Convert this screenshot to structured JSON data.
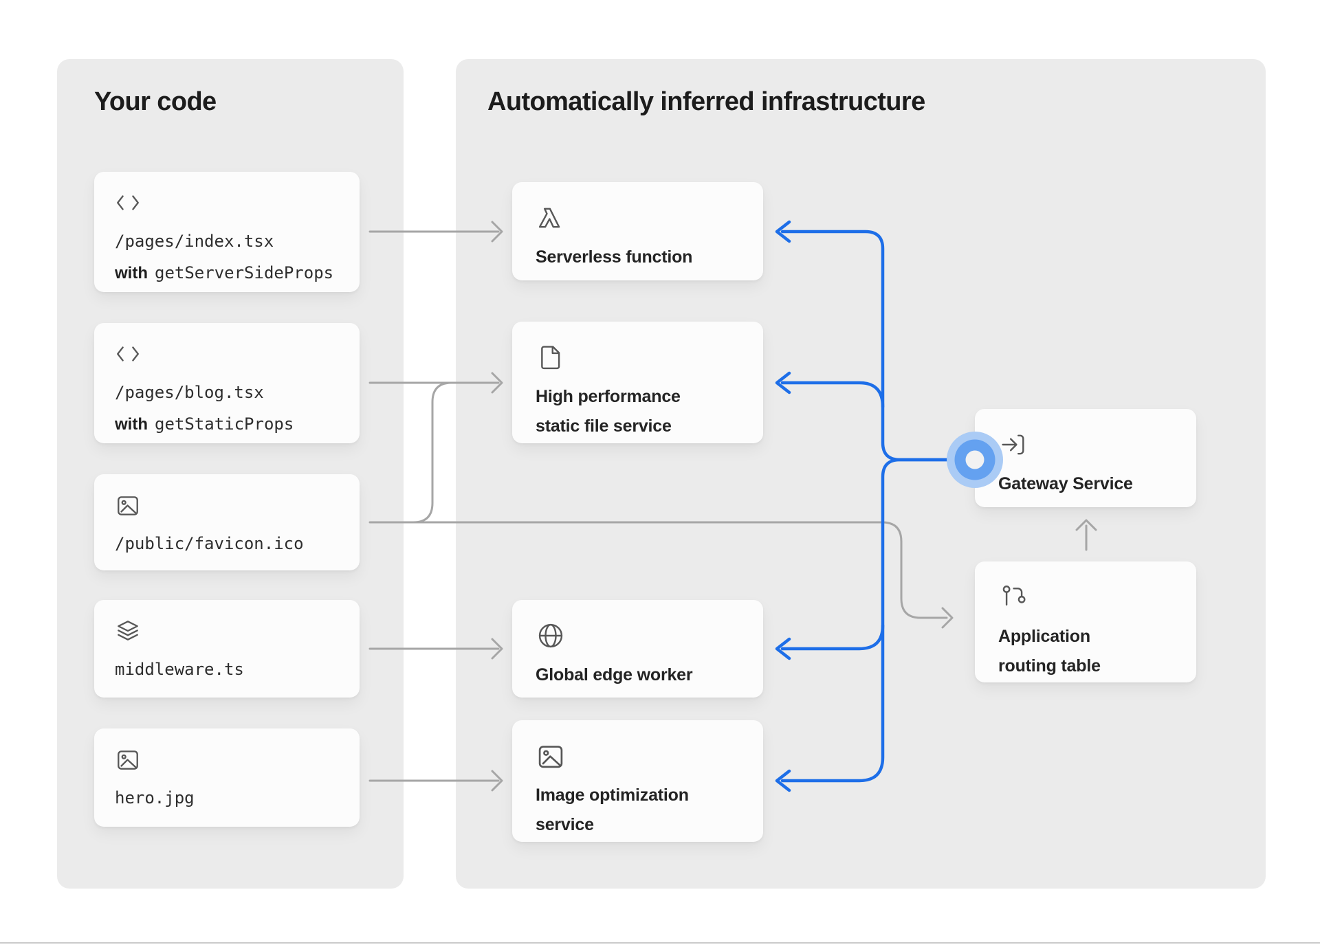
{
  "left_panel": {
    "title": "Your code",
    "cards": [
      {
        "icon": "code-icon",
        "file": "/pages/index.tsx",
        "with_word": "with",
        "fn": "getServerSideProps"
      },
      {
        "icon": "code-icon",
        "file": "/pages/blog.tsx",
        "with_word": "with",
        "fn": "getStaticProps"
      },
      {
        "icon": "image-icon",
        "file": "/public/favicon.ico"
      },
      {
        "icon": "layers-icon",
        "file": "middleware.ts"
      },
      {
        "icon": "image-icon",
        "file": "hero.jpg"
      }
    ]
  },
  "right_panel": {
    "title": "Automatically inferred infrastructure",
    "services": [
      {
        "icon": "lambda-icon",
        "label": "Serverless function"
      },
      {
        "icon": "file-icon",
        "label": "High performance static file service"
      },
      {
        "icon": "globe-icon",
        "label": "Global edge worker"
      },
      {
        "icon": "image-icon",
        "label": "Image optimization service"
      }
    ],
    "gateway": {
      "icon": "login-icon",
      "label": "Gateway Service"
    },
    "routing": {
      "icon": "route-icon",
      "label": "Application routing table"
    }
  },
  "edges": [
    {
      "from": "/pages/index.tsx",
      "to": "Serverless function",
      "color": "gray"
    },
    {
      "from": "/pages/blog.tsx",
      "to": "High performance static file service",
      "color": "gray"
    },
    {
      "from": "/public/favicon.ico",
      "to": "High performance static file service",
      "color": "gray"
    },
    {
      "from": "/public/favicon.ico",
      "to": "Application routing table",
      "color": "gray"
    },
    {
      "from": "middleware.ts",
      "to": "Global edge worker",
      "color": "gray"
    },
    {
      "from": "hero.jpg",
      "to": "Image optimization service",
      "color": "gray"
    },
    {
      "from": "Application routing table",
      "to": "Gateway Service",
      "color": "gray"
    },
    {
      "from": "Gateway Service",
      "to": "Serverless function",
      "color": "blue"
    },
    {
      "from": "Gateway Service",
      "to": "High performance static file service",
      "color": "blue"
    },
    {
      "from": "Gateway Service",
      "to": "Global edge worker",
      "color": "blue"
    },
    {
      "from": "Gateway Service",
      "to": "Image optimization service",
      "color": "blue"
    }
  ],
  "colors": {
    "accent_blue": "#1d6ee8",
    "node_ring_outer": "#aacbf5",
    "node_ring_inner": "#64a1f0",
    "connector_gray": "#a6a6a6",
    "panel_bg": "#ebebeb",
    "card_bg": "#fcfcfc"
  }
}
